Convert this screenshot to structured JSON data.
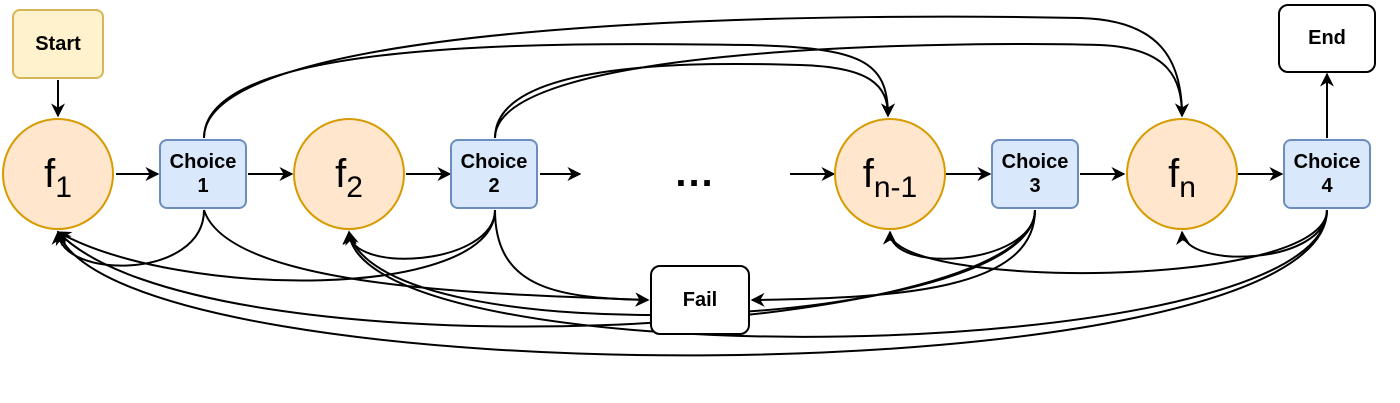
{
  "nodes": {
    "start": "Start",
    "end": "End",
    "fail": "Fail",
    "ellipsis": "...",
    "f1": {
      "base": "f",
      "sub": "1"
    },
    "f2": {
      "base": "f",
      "sub": "2"
    },
    "fn1": {
      "base": "f",
      "sub": "n-1"
    },
    "fn": {
      "base": "f",
      "sub": "n"
    },
    "choice1": {
      "label": "Choice",
      "num": "1"
    },
    "choice2": {
      "label": "Choice",
      "num": "2"
    },
    "choice3": {
      "label": "Choice",
      "num": "3"
    },
    "choice4": {
      "label": "Choice",
      "num": "4"
    }
  },
  "colors": {
    "function_fill": "#ffe6cc",
    "function_stroke": "#d79b00",
    "choice_fill": "#dae8fc",
    "choice_stroke": "#6c8ebf",
    "start_fill": "#fff2cc",
    "start_stroke": "#d6b656",
    "edge": "#000000"
  }
}
